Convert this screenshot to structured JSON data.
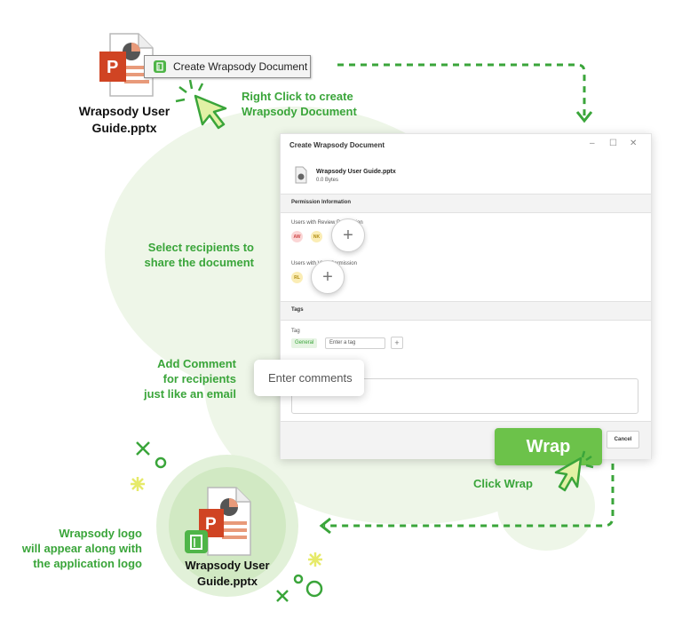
{
  "context_menu": {
    "label": "Create Wrapsody Document"
  },
  "top_file": {
    "name_line1": "Wrapsody User",
    "name_line2": "Guide.pptx"
  },
  "callouts": {
    "right_click_line1": "Right Click to create",
    "right_click_line2": "Wrapsody Document",
    "select_line1": "Select recipients to",
    "select_line2": "share the document",
    "comment_line1": "Add Comment",
    "comment_line2": "for recipients",
    "comment_line3": "just like an email",
    "click_wrap": "Click Wrap",
    "logo_line1": "Wrapsody logo",
    "logo_line2": "will appear along with",
    "logo_line3": "the application logo"
  },
  "dialog": {
    "title": "Create Wrapsody Document",
    "minimize": "–",
    "maximize": "☐",
    "close": "✕",
    "file_name": "Wrapsody User Guide.pptx",
    "file_size": "0.0 Bytes",
    "permission_header": "Permission Information",
    "review_label": "Users with Review Permission",
    "review_users": [
      "AW",
      "NK"
    ],
    "view_label": "Users with View Permission",
    "view_users": [
      "RL"
    ],
    "tags_header": "Tags",
    "tag_label": "Tag",
    "tag_chip": "General",
    "tag_placeholder": "Enter a tag",
    "tag_add": "+",
    "cancel": "Cancel"
  },
  "comment_popup": {
    "placeholder": "Enter comments"
  },
  "wrap_button": {
    "label": "Wrap"
  },
  "plus_symbol": "+",
  "bottom_file": {
    "name_line1": "Wrapsody User",
    "name_line2": "Guide.pptx"
  },
  "colors": {
    "accent": "#6cc24a",
    "text_green": "#3aa53a",
    "ppt_red": "#d04423",
    "background_blob": "#eef6e8"
  }
}
